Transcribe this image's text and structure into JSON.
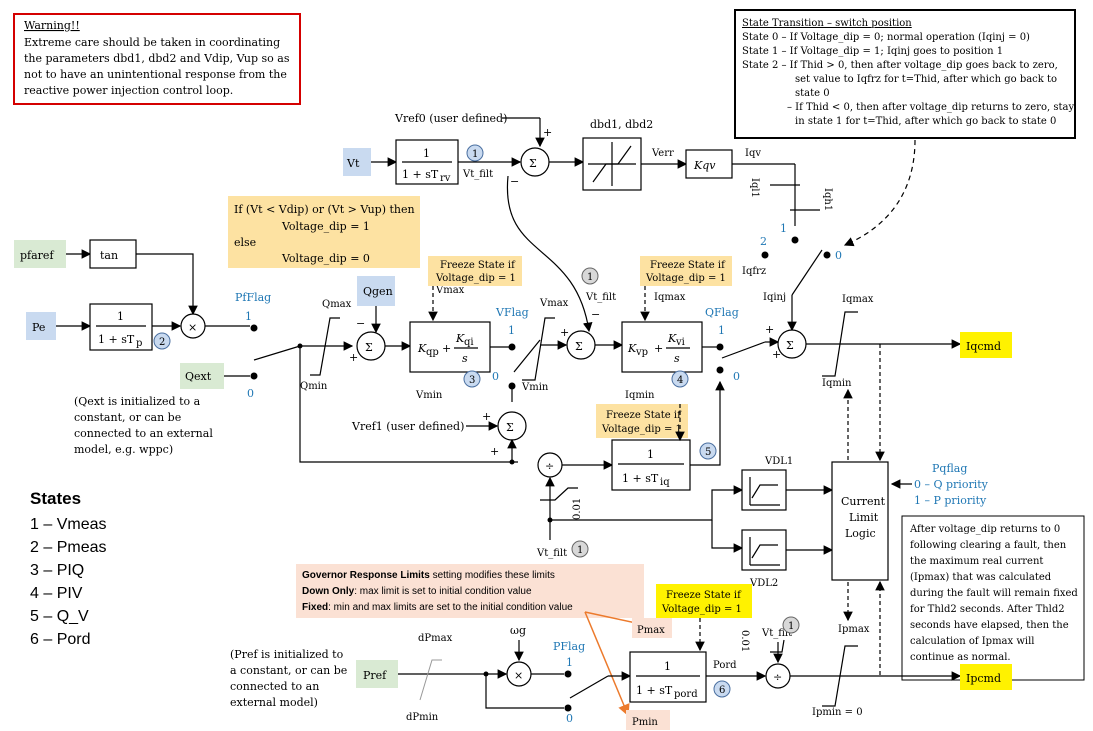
{
  "warning": {
    "title": "Warning!!",
    "lines": [
      "Extreme care should be taken in coordinating",
      "the parameters dbd1, dbd2 and Vdip, Vup so as",
      "not to have an unintentional response from the",
      "reactive power injection control loop."
    ]
  },
  "state_transition": {
    "title": "State Transition – switch position",
    "lines": [
      "State 0 – If Voltage_dip = 0; normal operation (Iqinj = 0)",
      "State 1 – If Voltage_dip = 1; Iqinj goes to position 1",
      "State 2 – If Thid > 0, then after voltage_dip goes back to zero,",
      "set value to Iqfrz for t=Thid, after which go back to",
      "state 0",
      "– If Thid < 0, then after voltage_dip returns to zero, stay",
      "in state 1 for t=Thid, after which go back to state 0"
    ]
  },
  "voltage_dip_logic": {
    "lines": [
      "If (Vt < Vdip) or (Vt > Vup) then",
      "Voltage_dip = 1",
      "else",
      "Voltage_dip = 0"
    ]
  },
  "states": {
    "title": "States",
    "items": [
      "1 – Vmeas",
      "2 – Pmeas",
      "3 – PIQ",
      "4 – PIV",
      "5 – Q_V",
      "6 – Pord"
    ]
  },
  "inputs": {
    "pfaref": "pfaref",
    "tan": "tan",
    "pe": "Pe",
    "qext": "Qext",
    "qgen": "Qgen",
    "vt": "Vt",
    "pref": "Pref",
    "vref0": "Vref0 (user defined)",
    "vref1": "Vref1 (user defined)"
  },
  "notes": {
    "qext_init": [
      "(Qext is initialized to a",
      "constant, or can be",
      "connected to an external",
      "model, e.g. wppc)"
    ],
    "pref_init": [
      "(Pref is initialized to",
      "a constant, or can be",
      "connected to an",
      "external model)"
    ],
    "ipmax": [
      "After voltage_dip returns to 0",
      "following clearing a fault, then",
      "the maximum real current",
      "(Ipmax) that was calculated",
      "during the fault will remain fixed",
      "for Thld2 seconds. After Thld2",
      "seconds have elapsed, then the",
      "calculation of Ipmax will",
      "continue as normal."
    ]
  },
  "governor": {
    "line1_bold": "Governor Response Limits",
    "line1_rest": " setting modifies these limits",
    "line2_bold": "Down Only",
    "line2_rest": ": max limit is set to initial condition value",
    "line3_bold": "Fixed",
    "line3_rest": ": min and max limits are set to the initial condition value"
  },
  "freeze": {
    "line1": "Freeze State if",
    "line2": "Voltage_dip = 1"
  },
  "labels": {
    "dbd": "dbd1, dbd2",
    "verr": "Verr",
    "iqv": "Iqv",
    "kqv": "Kqv",
    "iql1": "Iql1",
    "iqh1": "Iqh1",
    "iqfrz": "Iqfrz",
    "iqinj": "Iqinj",
    "iqmax": "Iqmax",
    "iqmin": "Iqmin",
    "iqcmd": "Iqcmd",
    "ipcmd": "Ipcmd",
    "qmax": "Qmax",
    "qmin": "Qmin",
    "vmax": "Vmax",
    "vmin": "Vmin",
    "vt_filt": "Vt_filt",
    "vdl1": "VDL1",
    "vdl2": "VDL2",
    "cll": [
      "Current",
      "Limit",
      "Logic"
    ],
    "pqflag": [
      "Pqflag",
      "0 – Q priority",
      "1 – P priority"
    ],
    "pfflag": "PfFlag",
    "vflag": "VFlag",
    "qflag": "QFlag",
    "pflag": "PFlag",
    "dpmax": "dPmax",
    "dpmin": "dPmin",
    "wg": "ωg",
    "pmax": "Pmax",
    "pmin": "Pmin",
    "pord": "Pord",
    "ipmax": "Ipmax",
    "ipmin": "Ipmin = 0",
    "c001": "0.01",
    "one": "1",
    "zero": "0"
  },
  "colors": {
    "green": "#d9ead3",
    "blue": "#c9daf0",
    "yellow": "#fff200",
    "amber": "#fde2a2",
    "peach": "#fbe1d4",
    "red": "#d40000",
    "flag": "#1f77b4",
    "orange": "#ec7a2c"
  }
}
